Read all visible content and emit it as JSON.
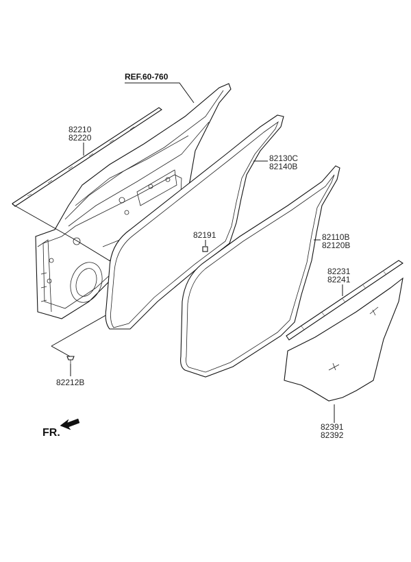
{
  "reference": "REF.60-760",
  "front_marker": "FR.",
  "callouts": {
    "belt_molding": [
      "82210",
      "82220"
    ],
    "door_weatherstrip": [
      "82130C",
      "82140B"
    ],
    "body_weatherstrip": [
      "82110B",
      "82120B"
    ],
    "clip": "82191",
    "glass_run": [
      "82231",
      "82241"
    ],
    "screw": "82212B",
    "window_glass": [
      "82391",
      "82392"
    ]
  }
}
